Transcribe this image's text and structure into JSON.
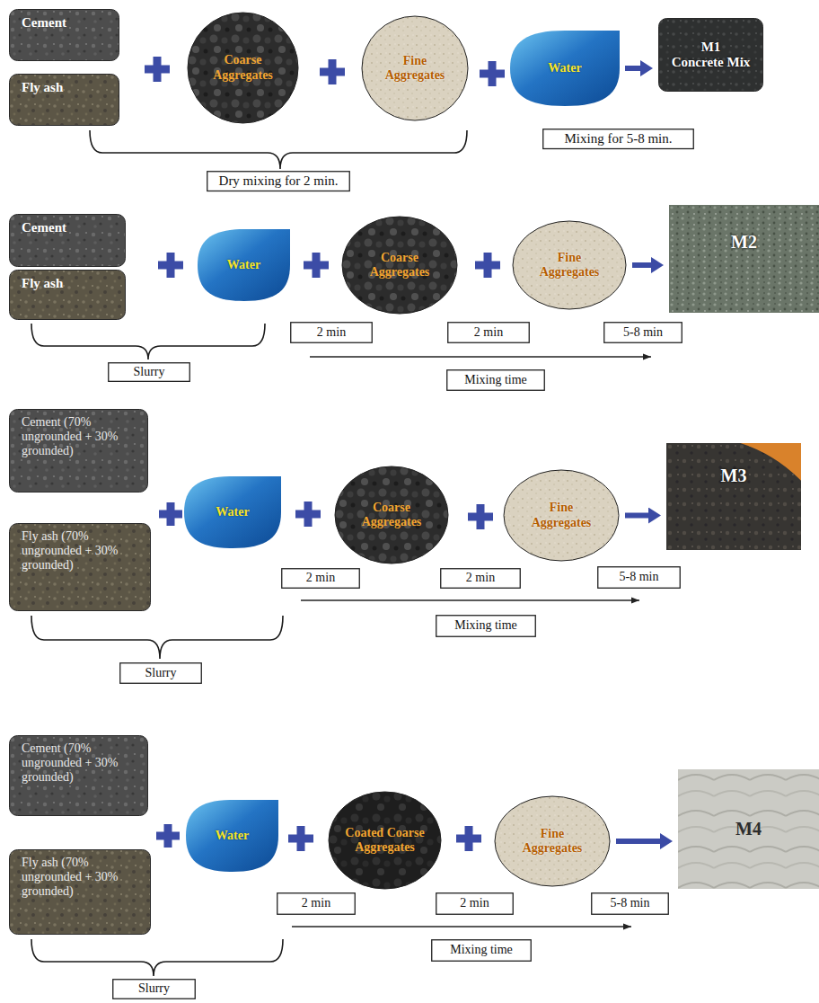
{
  "diagram": {
    "nodes": [
      {
        "text": [
          "Cement"
        ]
      },
      {
        "text": [
          "Fly ash"
        ]
      },
      {
        "text": [
          "Coarse Aggregates"
        ]
      },
      {
        "text": [
          "Fine Aggregates"
        ]
      },
      {
        "text": [
          "Water"
        ]
      },
      {
        "text": [
          "M1",
          "Concrete Mix"
        ]
      },
      {
        "text": [
          "Mixing for 5-8 min."
        ]
      },
      {
        "text": [
          "Dry mixing for 2 min."
        ]
      },
      {
        "text": [
          "Cement"
        ]
      },
      {
        "text": [
          "Fly ash"
        ]
      },
      {
        "text": [
          "Water"
        ]
      },
      {
        "text": [
          "Coarse Aggregates"
        ]
      },
      {
        "text": [
          "Fine Aggregates"
        ]
      },
      {
        "text": [
          "M2"
        ]
      },
      {
        "text": [
          "2 min"
        ]
      },
      {
        "text": [
          "2 min"
        ]
      },
      {
        "text": [
          "5-8 min"
        ]
      },
      {
        "text": [
          "Slurry"
        ]
      },
      {
        "text": [
          "Mixing time"
        ]
      },
      {
        "text": [
          "Cement (70% ungrounded + 30% grounded)"
        ]
      },
      {
        "text": [
          "Fly ash (70% ungrounded + 30% grounded)"
        ]
      },
      {
        "text": [
          "Water"
        ]
      },
      {
        "text": [
          "Coarse Aggregates"
        ]
      },
      {
        "text": [
          "Fine Aggregates"
        ]
      },
      {
        "text": [
          "M3"
        ]
      },
      {
        "text": [
          "2 min"
        ]
      },
      {
        "text": [
          "2 min"
        ]
      },
      {
        "text": [
          "5-8 min"
        ]
      },
      {
        "text": [
          "Mixing time"
        ]
      },
      {
        "text": [
          "Slurry"
        ]
      },
      {
        "text": [
          "Cement (70% ungrounded + 30% grounded)"
        ]
      },
      {
        "text": [
          "Fly ash (70% ungrounded + 30% grounded)"
        ]
      },
      {
        "text": [
          "Water"
        ]
      },
      {
        "text": [
          "Coated Coarse Aggregates"
        ]
      },
      {
        "text": [
          "Fine Aggregates"
        ]
      },
      {
        "text": [
          "M4"
        ]
      },
      {
        "text": [
          "2 min"
        ]
      },
      {
        "text": [
          "2 min"
        ]
      },
      {
        "text": [
          "5-8 min"
        ]
      },
      {
        "text": [
          "Mixing time"
        ]
      },
      {
        "text": [
          "Slurry"
        ]
      }
    ],
    "edges": [
      {
        "from": 4,
        "to": 5,
        "arrow": "to"
      },
      {
        "from": 12,
        "to": 13,
        "arrow": "to"
      },
      {
        "from": 23,
        "to": 24,
        "arrow": "to"
      },
      {
        "from": 34,
        "to": 35,
        "arrow": "to"
      }
    ]
  }
}
